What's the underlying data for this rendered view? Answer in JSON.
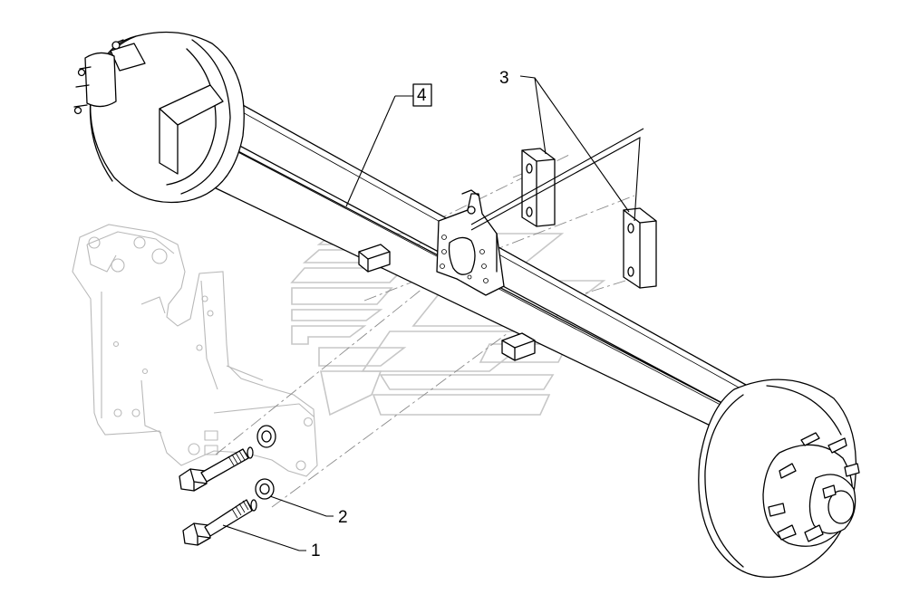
{
  "diagram": {
    "callouts": [
      {
        "id": "1",
        "label": "1"
      },
      {
        "id": "2",
        "label": "2"
      },
      {
        "id": "3",
        "label": "3"
      },
      {
        "id": "4",
        "label": "4",
        "boxed": true
      }
    ],
    "colors": {
      "line": "#000000",
      "ghost": "#b9b9b9",
      "watermark": "#c7c7c7",
      "background": "#ffffff"
    }
  }
}
